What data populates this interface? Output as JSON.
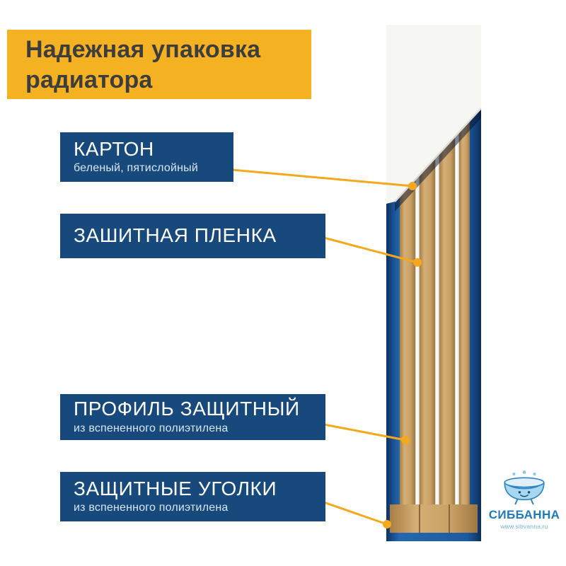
{
  "title": {
    "line1": "Надежная упаковка",
    "line2": "радиатора"
  },
  "callouts": [
    {
      "id": "cardboard",
      "title": "КАРТОН",
      "subtitle": "беленый, пятислойный"
    },
    {
      "id": "film",
      "title": "ЗАШИТНАЯ ПЛЕНКА"
    },
    {
      "id": "profile",
      "title": "ПРОФИЛЬ ЗАЩИТНЫЙ",
      "subtitle": "из вспененного полиэтилена"
    },
    {
      "id": "corners",
      "title": "ЗАЩИТНЫЕ УГОЛКИ",
      "subtitle": "из вспененного полиэтилена"
    }
  ],
  "logo": {
    "name": "СИББАННА",
    "website": "www.sibvanna.ru",
    "icon": "bathtub-icon"
  },
  "colors": {
    "banner": "#f4b223",
    "box": "#17497c",
    "accent": "#f5a81c",
    "film": "#1d5b9e",
    "slat": "#cda76e",
    "cardboard": "#f6f6f3",
    "logo": "#1f7ab8"
  }
}
